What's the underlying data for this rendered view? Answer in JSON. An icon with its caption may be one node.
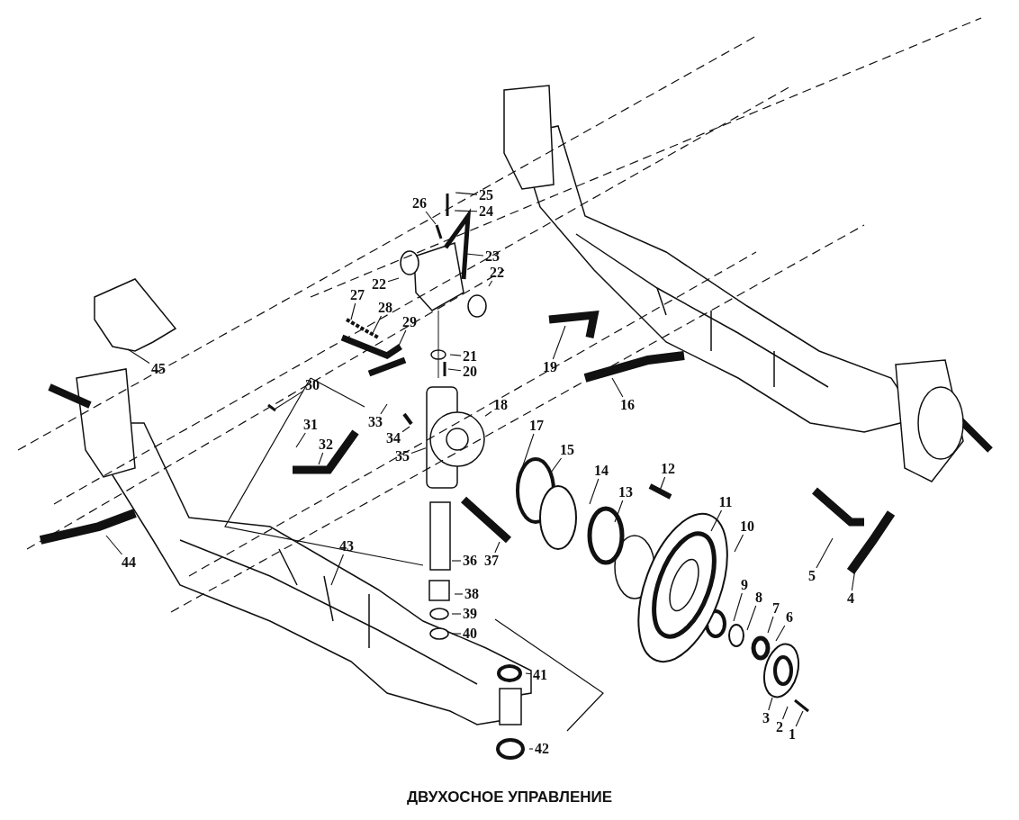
{
  "diagram": {
    "caption": "ДВУХОСНОЕ УПРАВЛЕНИЕ",
    "nodes": [
      {
        "text": [
          "1"
        ]
      },
      {
        "text": [
          "2"
        ]
      },
      {
        "text": [
          "3"
        ]
      },
      {
        "text": [
          "4"
        ]
      },
      {
        "text": [
          "5"
        ]
      },
      {
        "text": [
          "6"
        ]
      },
      {
        "text": [
          "7"
        ]
      },
      {
        "text": [
          "8"
        ]
      },
      {
        "text": [
          "9"
        ]
      },
      {
        "text": [
          "10"
        ]
      },
      {
        "text": [
          "11"
        ]
      },
      {
        "text": [
          "12"
        ]
      },
      {
        "text": [
          "13"
        ]
      },
      {
        "text": [
          "14"
        ]
      },
      {
        "text": [
          "15"
        ]
      },
      {
        "text": [
          "16"
        ]
      },
      {
        "text": [
          "17"
        ]
      },
      {
        "text": [
          "18"
        ]
      },
      {
        "text": [
          "19"
        ]
      },
      {
        "text": [
          "20"
        ]
      },
      {
        "text": [
          "21"
        ]
      },
      {
        "text": [
          "22"
        ]
      },
      {
        "text": [
          "22"
        ]
      },
      {
        "text": [
          "23"
        ]
      },
      {
        "text": [
          "24"
        ]
      },
      {
        "text": [
          "25"
        ]
      },
      {
        "text": [
          "26"
        ]
      },
      {
        "text": [
          "27"
        ]
      },
      {
        "text": [
          "28"
        ]
      },
      {
        "text": [
          "29"
        ]
      },
      {
        "text": [
          "30"
        ]
      },
      {
        "text": [
          "31"
        ]
      },
      {
        "text": [
          "32"
        ]
      },
      {
        "text": [
          "33"
        ]
      },
      {
        "text": [
          "34"
        ]
      },
      {
        "text": [
          "35"
        ]
      },
      {
        "text": [
          "36"
        ]
      },
      {
        "text": [
          "37"
        ]
      },
      {
        "text": [
          "38"
        ]
      },
      {
        "text": [
          "39"
        ]
      },
      {
        "text": [
          "40"
        ]
      },
      {
        "text": [
          "41"
        ]
      },
      {
        "text": [
          "42"
        ]
      },
      {
        "text": [
          "43"
        ]
      },
      {
        "text": [
          "44"
        ]
      },
      {
        "text": [
          "45"
        ]
      },
      {
        "text": [],
        "shape": "box"
      }
    ],
    "edges": [
      {
        "from": 0,
        "to": null,
        "arrow": "none"
      },
      {
        "from": 1,
        "to": null,
        "arrow": "none"
      },
      {
        "from": 2,
        "to": null,
        "arrow": "none"
      },
      {
        "from": 3,
        "to": null,
        "arrow": "none"
      },
      {
        "from": 4,
        "to": null,
        "arrow": "none"
      },
      {
        "from": 5,
        "to": null,
        "arrow": "none"
      },
      {
        "from": 6,
        "to": null,
        "arrow": "none"
      },
      {
        "from": 7,
        "to": null,
        "arrow": "none"
      },
      {
        "from": 8,
        "to": null,
        "arrow": "none"
      },
      {
        "from": 9,
        "to": null,
        "arrow": "none"
      },
      {
        "from": 10,
        "to": null,
        "arrow": "none"
      },
      {
        "from": 11,
        "to": null,
        "arrow": "none"
      },
      {
        "from": 12,
        "to": null,
        "arrow": "none"
      },
      {
        "from": 13,
        "to": null,
        "arrow": "none"
      },
      {
        "from": 14,
        "to": null,
        "arrow": "none"
      },
      {
        "from": 15,
        "to": null,
        "arrow": "none"
      },
      {
        "from": 16,
        "to": null,
        "arrow": "none"
      },
      {
        "from": 17,
        "to": 46,
        "arrow": "none"
      },
      {
        "from": 18,
        "to": null,
        "arrow": "none"
      },
      {
        "from": 19,
        "to": null,
        "arrow": "none"
      },
      {
        "from": 20,
        "to": null,
        "arrow": "none"
      },
      {
        "from": 21,
        "to": null,
        "arrow": "none"
      },
      {
        "from": 22,
        "to": null,
        "arrow": "none"
      },
      {
        "from": 23,
        "to": null,
        "arrow": "none"
      },
      {
        "from": 24,
        "to": null,
        "arrow": "none"
      },
      {
        "from": 25,
        "to": null,
        "arrow": "none"
      },
      {
        "from": 26,
        "to": null,
        "arrow": "none"
      },
      {
        "from": 27,
        "to": null,
        "arrow": "none"
      },
      {
        "from": 28,
        "to": null,
        "arrow": "none"
      },
      {
        "from": 29,
        "to": null,
        "arrow": "none"
      },
      {
        "from": 30,
        "to": null,
        "arrow": "none"
      },
      {
        "from": 31,
        "to": null,
        "arrow": "none"
      },
      {
        "from": 32,
        "to": null,
        "arrow": "none"
      },
      {
        "from": 33,
        "to": null,
        "arrow": "none"
      },
      {
        "from": 34,
        "to": null,
        "arrow": "none"
      },
      {
        "from": 35,
        "to": 46,
        "arrow": "none"
      },
      {
        "from": 36,
        "to": null,
        "arrow": "none"
      },
      {
        "from": 37,
        "to": null,
        "arrow": "none"
      },
      {
        "from": 38,
        "to": null,
        "arrow": "none"
      },
      {
        "from": 39,
        "to": null,
        "arrow": "none"
      },
      {
        "from": 40,
        "to": null,
        "arrow": "none"
      },
      {
        "from": 41,
        "to": null,
        "arrow": "none"
      },
      {
        "from": 42,
        "to": null,
        "arrow": "none"
      },
      {
        "from": 43,
        "to": null,
        "arrow": "none"
      },
      {
        "from": 44,
        "to": null,
        "arrow": "none"
      },
      {
        "from": 45,
        "to": null,
        "arrow": "none"
      }
    ]
  }
}
